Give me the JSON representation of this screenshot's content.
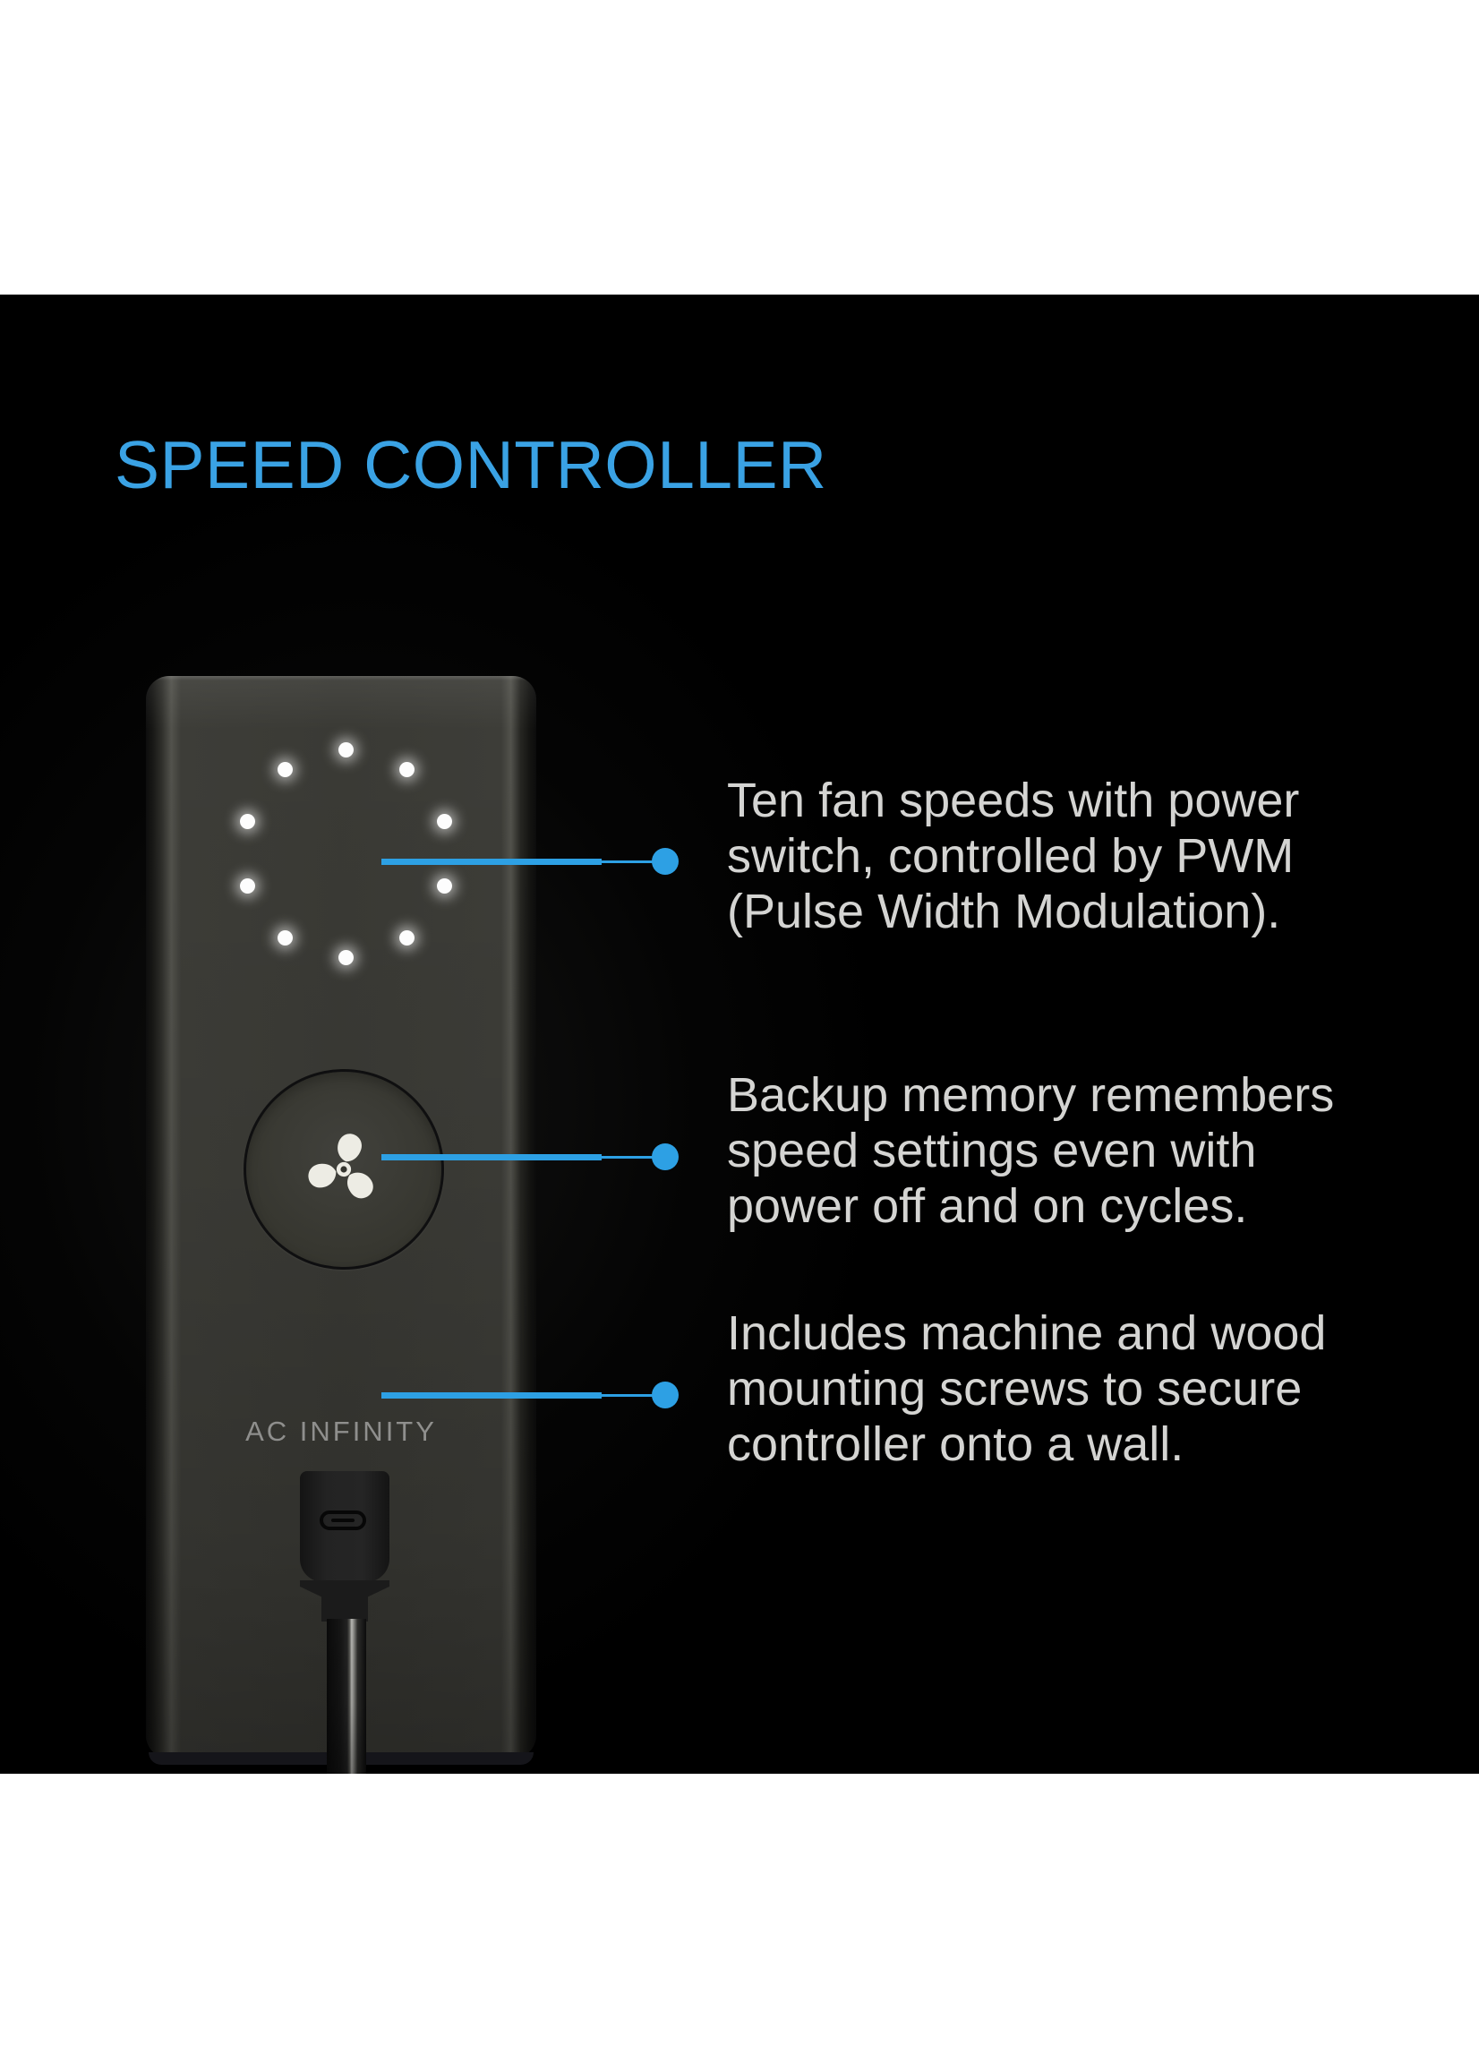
{
  "title": {
    "text": "SPEED CONTROLLER",
    "color": "#3aa2e4"
  },
  "device": {
    "brand_label": "AC INFINITY",
    "led_count": 10,
    "button_icon": "fan-icon",
    "plug_icon": "usb-c-port-icon"
  },
  "callouts": [
    {
      "lines": [
        "Ten fan speeds with power",
        "switch, controlled by PWM",
        "(Pulse Width Modulation)."
      ]
    },
    {
      "lines": [
        "Backup memory remembers",
        "speed settings even with",
        "power off and on cycles."
      ]
    },
    {
      "lines": [
        "Includes machine and wood",
        "mounting screws to secure",
        "controller onto a wall."
      ]
    }
  ],
  "colors": {
    "accent_blue": "#2da0e4",
    "title_blue": "#3aa2e4",
    "body_text": "#d4d4d2",
    "panel_background": "#000000",
    "page_background": "#ffffff"
  }
}
